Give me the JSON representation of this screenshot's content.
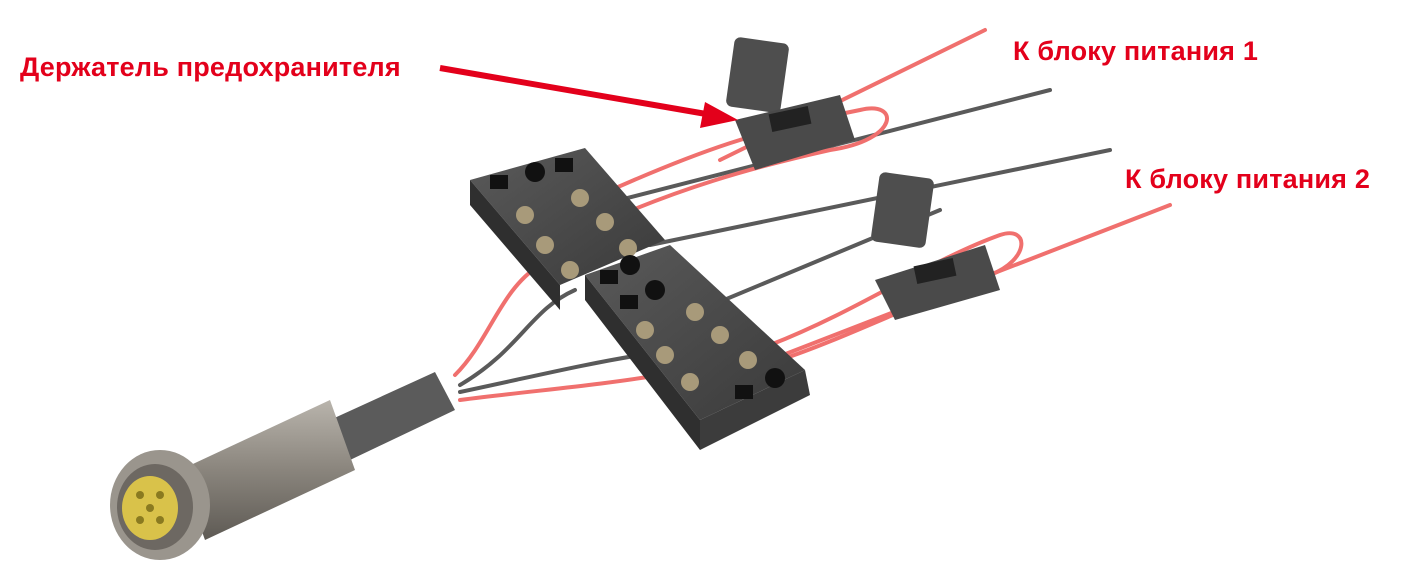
{
  "labels": {
    "fuse_holder": "Держатель предохранителя",
    "power_unit_1": "К блоку питания 1",
    "power_unit_2": "К блоку питания 2"
  },
  "colors": {
    "label": "#e3001b",
    "red_wire": "#f0706e",
    "gray_wire": "#5a5a5a",
    "block": "#4a4a4a",
    "connector": "#8d8880"
  }
}
